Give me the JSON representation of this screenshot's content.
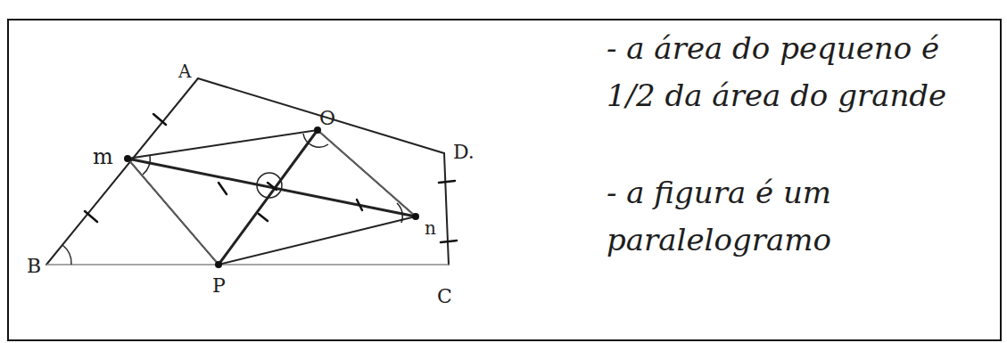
{
  "diagram": {
    "labels": [
      "A",
      "O",
      "m",
      "D.",
      "n",
      "B",
      "P",
      "C",
      "- a área do pequeno é 1/2 da área do grande",
      "- a figura é um paralelogramo"
    ]
  }
}
